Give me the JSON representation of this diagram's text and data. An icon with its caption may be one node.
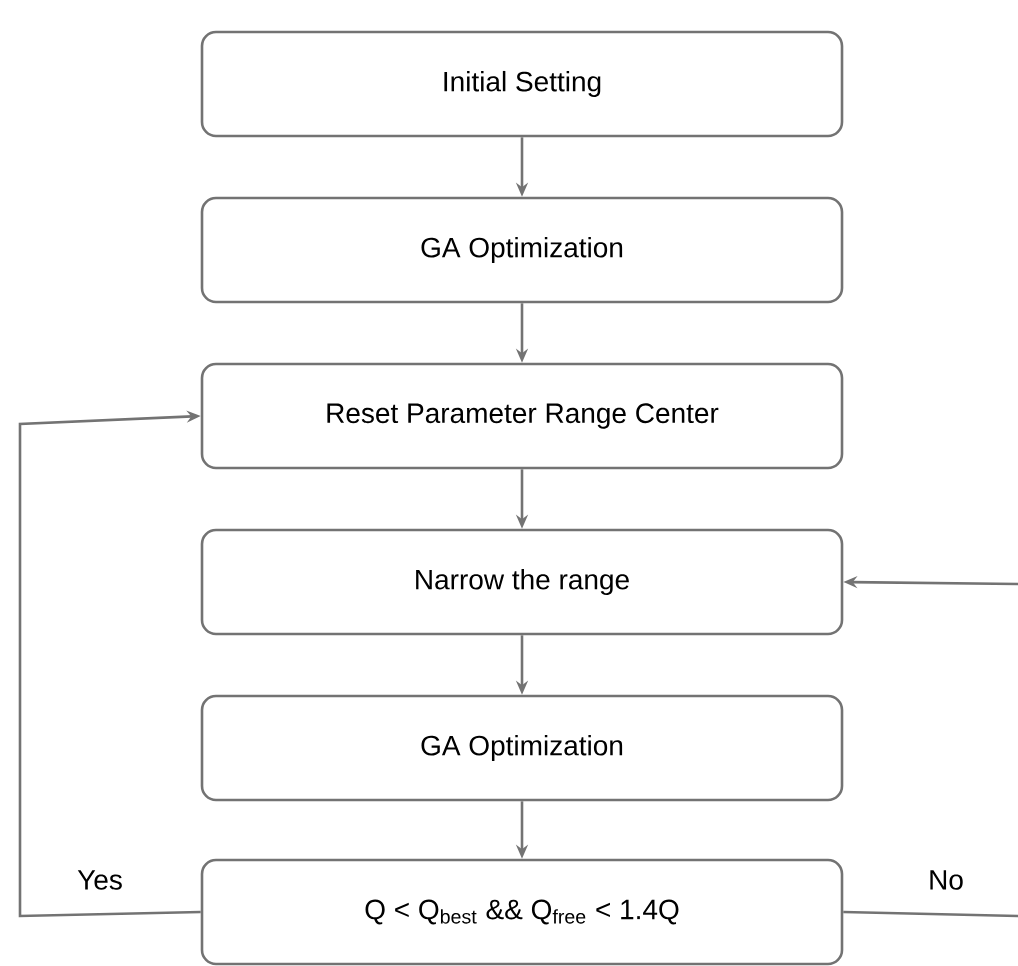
{
  "diagram": {
    "nodes": [
      {
        "text": [
          "Initial Setting"
        ]
      },
      {
        "text": [
          "GA Optimization"
        ]
      },
      {
        "text": [
          "Reset Parameter Range Center"
        ]
      },
      {
        "text": [
          "Narrow the range"
        ]
      },
      {
        "text": [
          "GA Optimization"
        ]
      },
      {
        "text": [
          "Q < Q$_{best}$ && Q$_{free}$ < 1.4Q"
        ]
      }
    ],
    "edges": [
      {
        "from": 0,
        "to": 1,
        "arrow": "to"
      },
      {
        "from": 1,
        "to": 2,
        "arrow": "to"
      },
      {
        "from": 2,
        "to": 3,
        "arrow": "to"
      },
      {
        "from": 3,
        "to": 4,
        "arrow": "to"
      },
      {
        "from": 4,
        "to": 5,
        "arrow": "to"
      },
      {
        "from": 5,
        "to": 2,
        "arrow": "to",
        "label": "Yes"
      },
      {
        "from": 5,
        "to": null,
        "arrow": "none",
        "label": "No"
      },
      {
        "from": null,
        "to": 3,
        "arrow": "to"
      }
    ]
  }
}
